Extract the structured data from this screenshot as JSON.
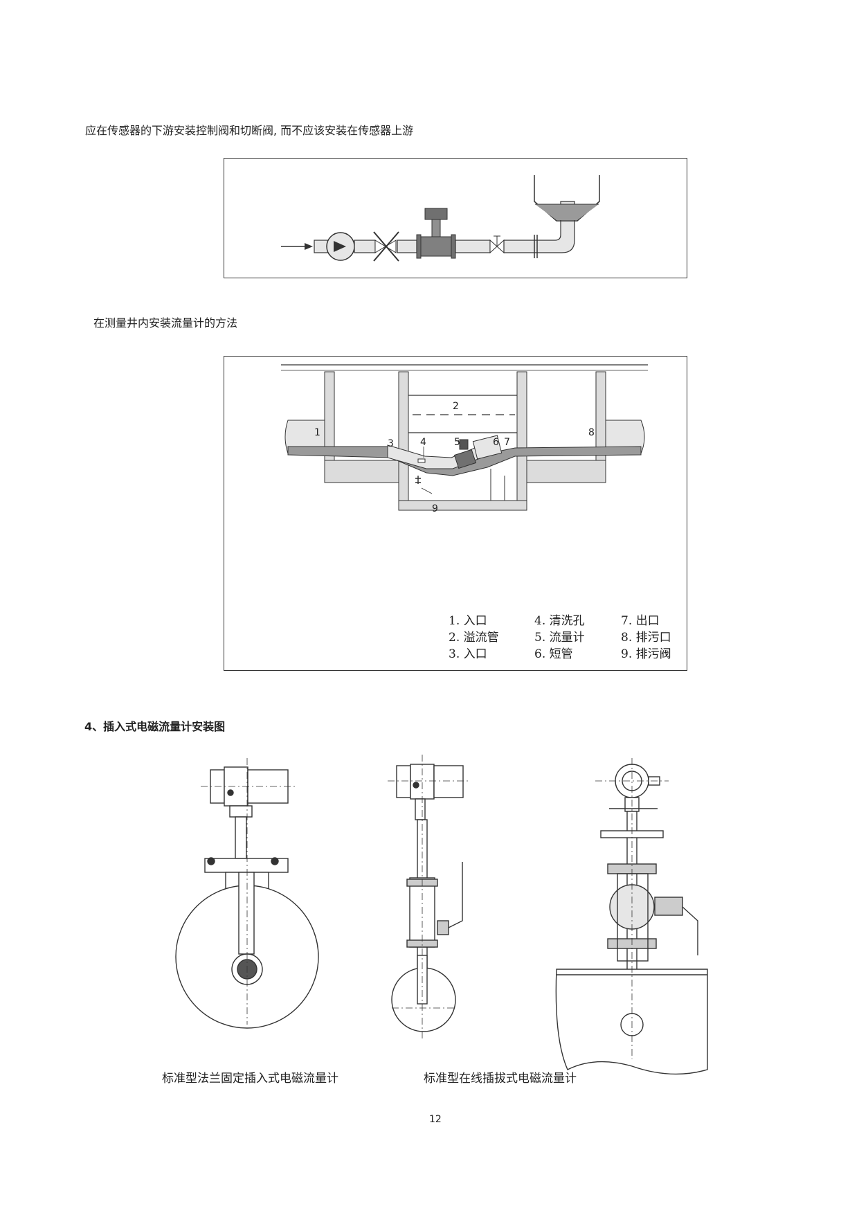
{
  "text": {
    "line1": "应在传感器的下游安装控制阀和切断阀, 而不应该安装在传感器上游",
    "line2": "在测量井内安装流量计的方法",
    "heading": "4、插入式电磁流量计安装图",
    "caption_left": "标准型法兰固定插入式电磁流量计",
    "caption_right": "标准型在线插拔式电磁流量计",
    "page_number": "12"
  },
  "well_labels": [
    "1",
    "2",
    "3",
    "4",
    "5",
    "6",
    "7",
    "8",
    "9"
  ],
  "legend": [
    "1. 入口",
    "4. 清洗孔",
    "7. 出口",
    "2. 溢流管",
    "5. 流量计",
    "8. 排污口",
    "3. 入口",
    "6. 短管",
    "9. 排污阀"
  ],
  "colors": {
    "line": "#333333",
    "pipe_fill": "#e6e6e6",
    "wall_fill": "#dcdcdc",
    "water_fill": "#9a9a9a",
    "meter_fill": "#707070"
  }
}
